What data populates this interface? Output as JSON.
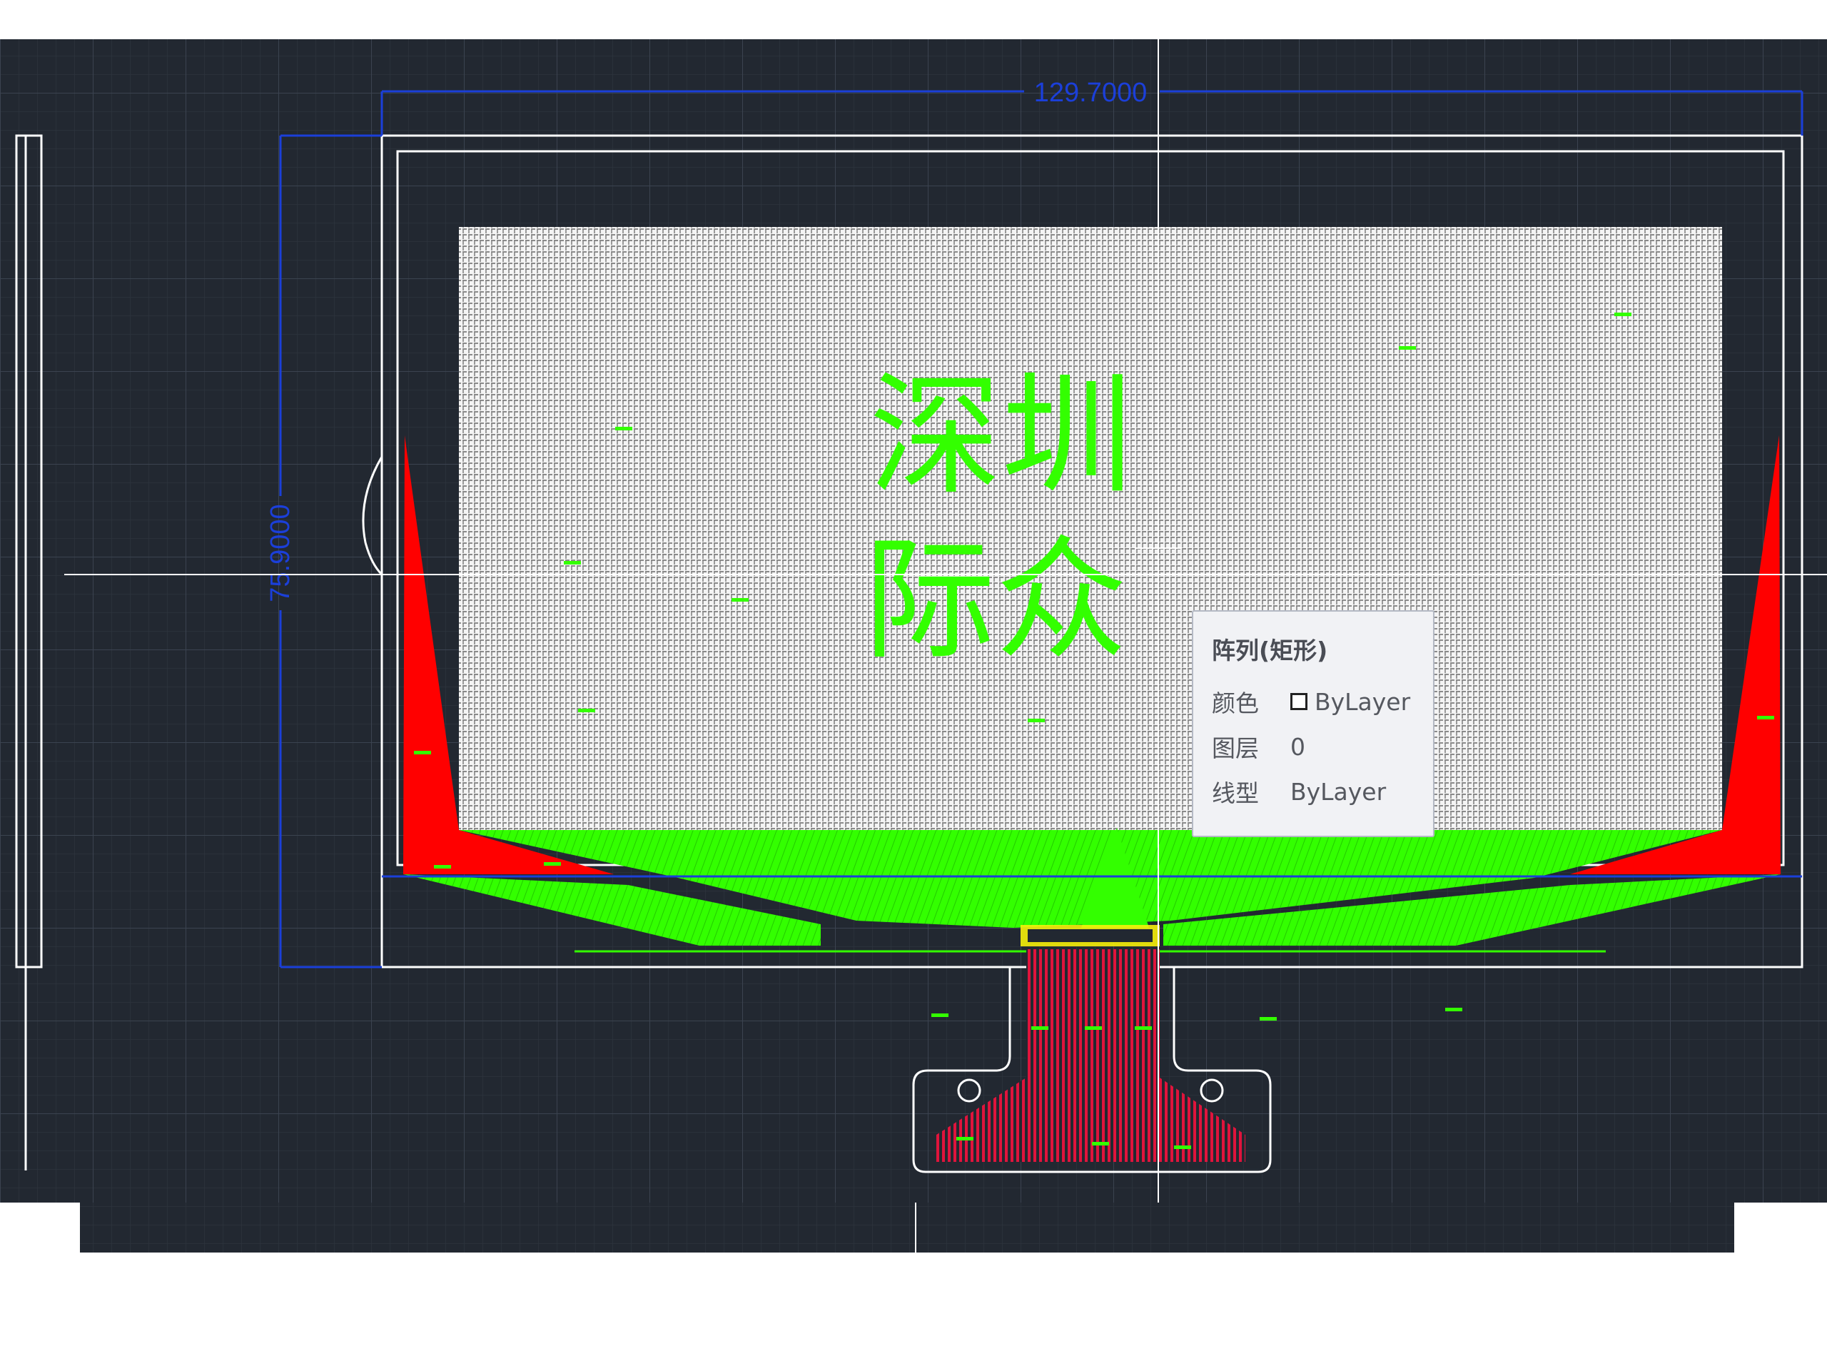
{
  "drawing": {
    "dim_horizontal": "129.7000",
    "dim_vertical": "75.9000",
    "watermark_line1": "深圳",
    "watermark_line2": "际众"
  },
  "tooltip": {
    "title": "阵列(矩形)",
    "rows": [
      {
        "label": "颜色",
        "value": "ByLayer",
        "swatch": true
      },
      {
        "label": "图层",
        "value": "0",
        "swatch": false
      },
      {
        "label": "线型",
        "value": "ByLayer",
        "swatch": false
      }
    ]
  },
  "colors": {
    "background": "#222831",
    "grid_minor": "#2b313b",
    "grid_major": "#39404c",
    "geometry": "#ffffff",
    "dimension": "#1b3fd9",
    "fill_green": "#33ff00",
    "fill_red": "#ff0000",
    "trace_red": "#e0143c"
  }
}
